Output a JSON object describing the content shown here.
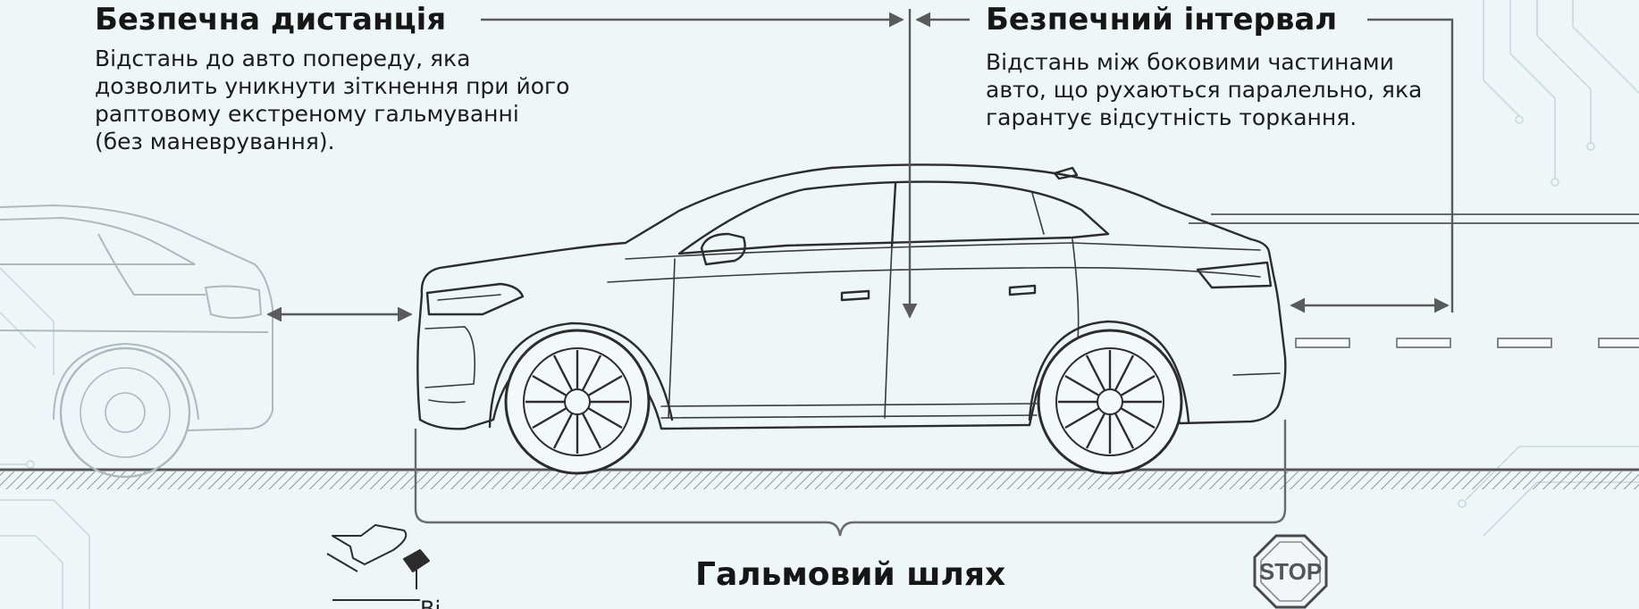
{
  "safe_distance": {
    "title": "Безпечна дистанція",
    "lines": [
      "Відстань до авто попереду, яка",
      "дозволить уникнути зіткнення при його",
      "раптовому екстреному гальмуванні",
      "(без маневрування)."
    ]
  },
  "safe_interval": {
    "title": "Безпечний інтервал",
    "lines": [
      "Відстань між боковими частинами",
      "авто, що рухаються паралельно, яка",
      "гарантує відсутність торкання."
    ]
  },
  "braking_distance": {
    "title": "Гальмовий шлях"
  },
  "stop_sign": {
    "label": "STOP",
    "icon": "stop-sign-icon"
  },
  "pedal": {
    "icon": "brake-pedal-icon",
    "partial_label": "Ві"
  },
  "colors": {
    "background": "#eef6f8",
    "line": "#2c2c2c",
    "faded_car": "#aeb9be",
    "arrow": "#5a5a5a"
  }
}
